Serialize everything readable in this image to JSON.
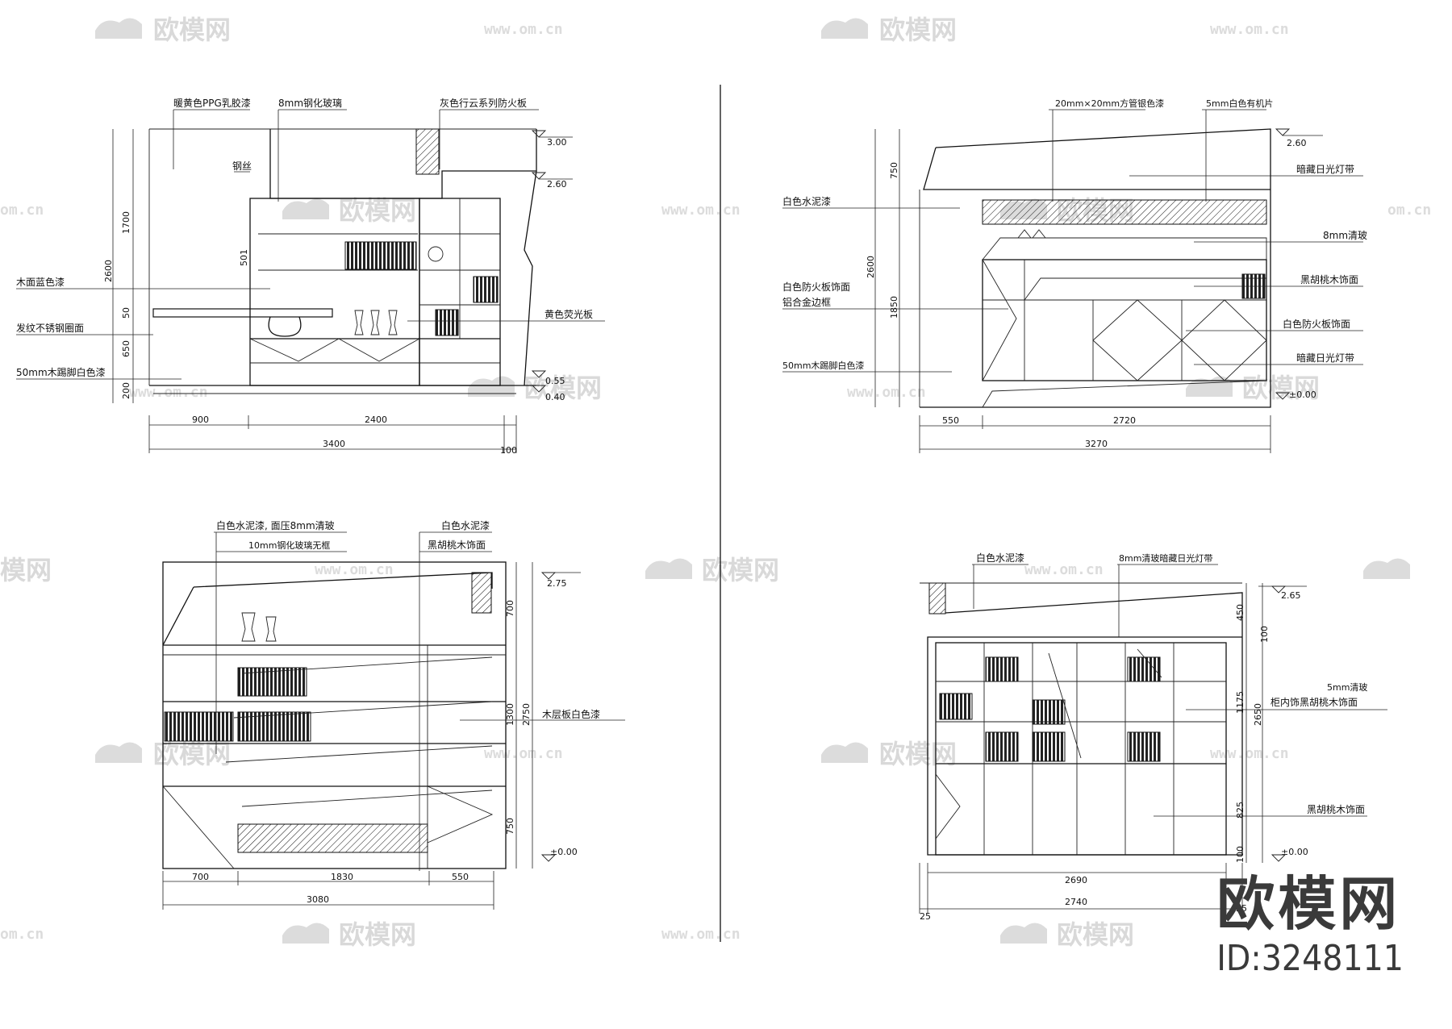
{
  "watermark": {
    "brand_text": "欧模网",
    "url_text": "www.om.cn",
    "short_url": "om.cn",
    "brand_tail": "模网"
  },
  "branding": {
    "name": "欧模网",
    "id_label": "ID:3248111"
  },
  "colors": {
    "line": "#111111",
    "watermark": "#d9d9d9",
    "brand": "#3a3a3a"
  },
  "elevation_a": {
    "labels": {
      "paint_top": "暖黄色PPG乳胶漆",
      "glass": "8mm钢化玻璃",
      "fireboard": "灰色行云系列防火板",
      "wire": "钢丝",
      "wood_blue": "木面蓝色漆",
      "steel": "发纹不锈钢圈面",
      "kick": "50mm木踢脚白色漆",
      "yellow_board": "黄色荧光板"
    },
    "levels": [
      "3.00",
      "2.60",
      "0.55",
      "0.40"
    ],
    "vertical_dims": [
      "1700",
      "2600",
      "501",
      "50",
      "650",
      "200"
    ],
    "horizontal_dims": [
      "900",
      "2400",
      "3400",
      "100"
    ]
  },
  "elevation_b": {
    "labels": {
      "tube": "20mm×20mm方管银色漆",
      "acrylic": "5mm白色有机片",
      "hidden_light": "暗藏日光灯带",
      "cement": "白色水泥漆",
      "clear_glass": "8mm清玻",
      "walnut": "黑胡桃木饰面",
      "fire_panel_1": "白色防火板饰面",
      "fire_panel_2": "铝合金边框",
      "fire_panel_right": "白色防火板饰面",
      "hidden_light_2": "暗藏日光灯带",
      "kick": "50mm木踢脚白色漆"
    },
    "levels": [
      "2.60",
      "±0.00"
    ],
    "vertical_dims": [
      "750",
      "2600",
      "1850"
    ],
    "horizontal_dims": [
      "550",
      "2720",
      "3270"
    ]
  },
  "elevation_c": {
    "labels": {
      "cement_glass": "白色水泥漆, 面压8mm清玻",
      "frameless": "10mm钢化玻璃无框",
      "cement": "白色水泥漆",
      "walnut": "黑胡桃木饰面",
      "shelf": "木层板白色漆"
    },
    "levels": [
      "2.75",
      "±0.00"
    ],
    "vertical_dims": [
      "700",
      "1300",
      "2750",
      "750"
    ],
    "horizontal_dims": [
      "700",
      "1830",
      "550",
      "3080"
    ]
  },
  "elevation_d": {
    "labels": {
      "cement": "白色水泥漆",
      "light": "8mm清玻暗藏日光灯带",
      "glass_5": "5mm清玻",
      "inner_walnut": "柜内饰黑胡桃木饰面",
      "walnut": "黑胡桃木饰面"
    },
    "levels": [
      "2.65",
      "±0.00"
    ],
    "vertical_dims": [
      "450",
      "100",
      "1175",
      "2650",
      "825",
      "100"
    ],
    "horizontal_dims": [
      "2690",
      "2740",
      "25",
      "25"
    ]
  }
}
